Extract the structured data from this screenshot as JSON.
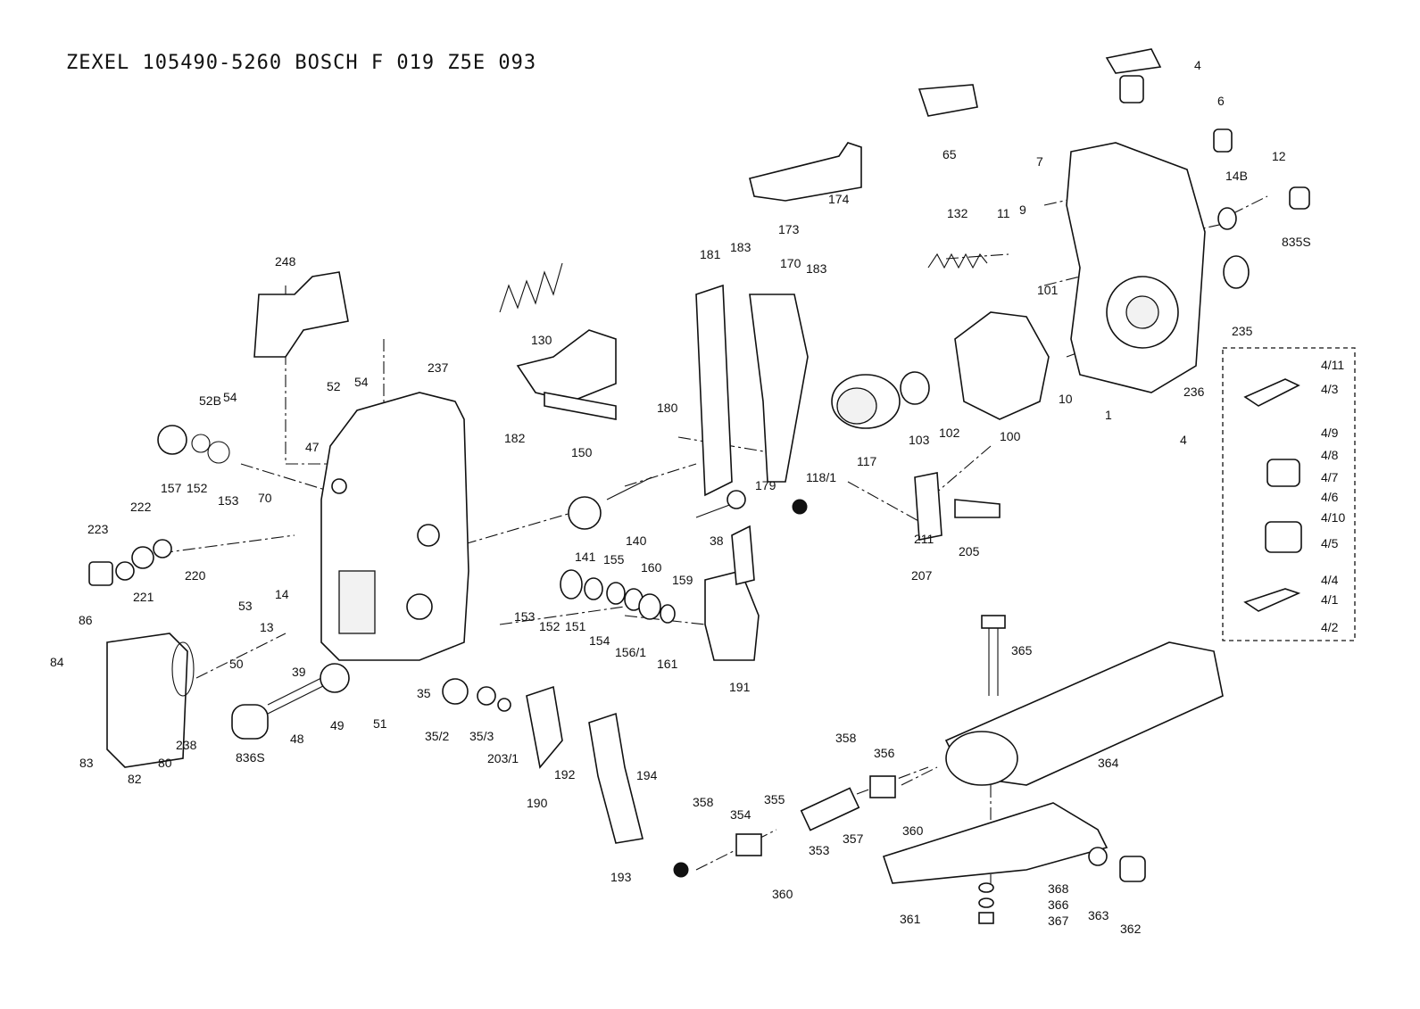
{
  "title": "ZEXEL  105490-5260  BOSCH  F 019 Z5E 093",
  "labels": [
    "4",
    "6",
    "7",
    "9",
    "10",
    "11",
    "12",
    "14B",
    "65",
    "132",
    "173",
    "174",
    "101",
    "835S",
    "235",
    "236",
    "1",
    "100",
    "102",
    "103",
    "117",
    "118/1",
    "181",
    "183",
    "170",
    "183",
    "130",
    "150",
    "248",
    "52B",
    "54",
    "52",
    "54",
    "47",
    "237",
    "182",
    "180",
    "179",
    "157",
    "152",
    "153",
    "222",
    "223",
    "221",
    "220",
    "70",
    "53",
    "14",
    "13",
    "50",
    "39",
    "86",
    "84",
    "83",
    "82",
    "80",
    "238",
    "836S",
    "48",
    "49",
    "51",
    "35",
    "35/2",
    "35/3",
    "203/1",
    "141",
    "140",
    "38",
    "153",
    "152",
    "151",
    "154",
    "155",
    "156/1",
    "160",
    "161",
    "159",
    "191",
    "190",
    "192",
    "194",
    "193",
    "211",
    "207",
    "205",
    "4/11",
    "4/3",
    "4/9",
    "4/8",
    "4/7",
    "4/6",
    "4/10",
    "4/5",
    "4/4",
    "4/1",
    "4/2",
    "4",
    "365",
    "364",
    "358",
    "356",
    "360",
    "358",
    "354",
    "355",
    "357",
    "353",
    "360",
    "361",
    "368",
    "366",
    "367",
    "363",
    "362"
  ]
}
